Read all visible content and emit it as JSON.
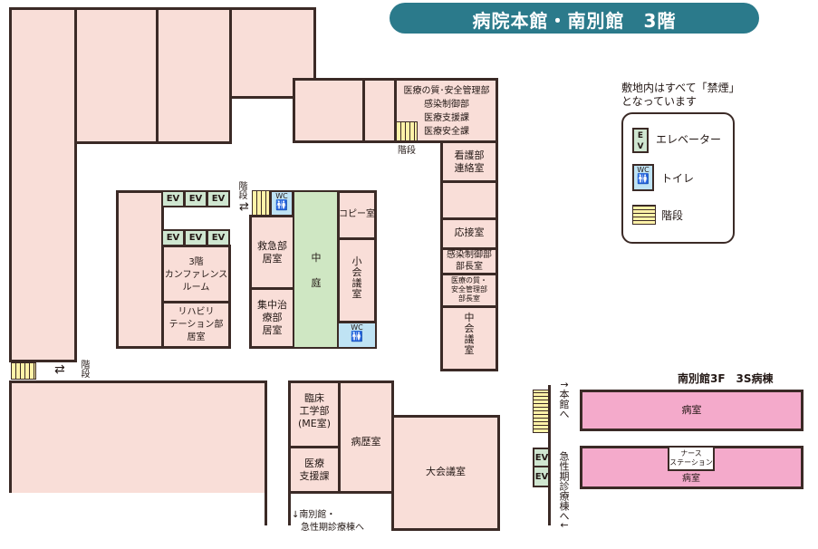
{
  "title": "病院本館・南別館　3階",
  "no_smoking": "敷地内はすべて「禁煙」\nとなっています",
  "legend": {
    "ev_label": "エレベーター",
    "ev_icon": "E\nV",
    "toilet_label": "トイレ",
    "wc": "WC",
    "stairs_label": "階段"
  },
  "rooms": {
    "quality": "医療の質･安全管理部\n感染制御部\n医療支援課\n医療安全課",
    "nursing": "看護部\n連絡室",
    "reception": "応接室",
    "infection_head": "感染制御部\n部長室",
    "quality_head": "医療の質・\n安全管理部\n部長室",
    "mid_meeting": "中\n会\n議\n室",
    "copy": "コピー室",
    "small_meeting": "小\n会\n議\n室",
    "courtyard": "中\n\n庭",
    "er": "救急部\n居室",
    "icu": "集中治\n療部\n居室",
    "conference": "3階\nカンファレンス\nルーム",
    "rehab": "リハビリ\nテーション部\n居室",
    "me": "臨床\n工学部\n(ME室)",
    "support": "医療\n支援課",
    "records": "病歴室",
    "big_meeting": "大会議室"
  },
  "labels": {
    "stairs": "階段",
    "stairs_v": "階\n段",
    "ev": "EV",
    "south_title": "南別館3F　3S病棟",
    "ward": "病室",
    "nurse_station": "ナース\nステーション",
    "to_main": "↑本館へ",
    "to_acute": "急性期診療棟へ↓",
    "to_south": "↓南別館・\n　急性期診療棟へ",
    "arrows": "⇄"
  }
}
